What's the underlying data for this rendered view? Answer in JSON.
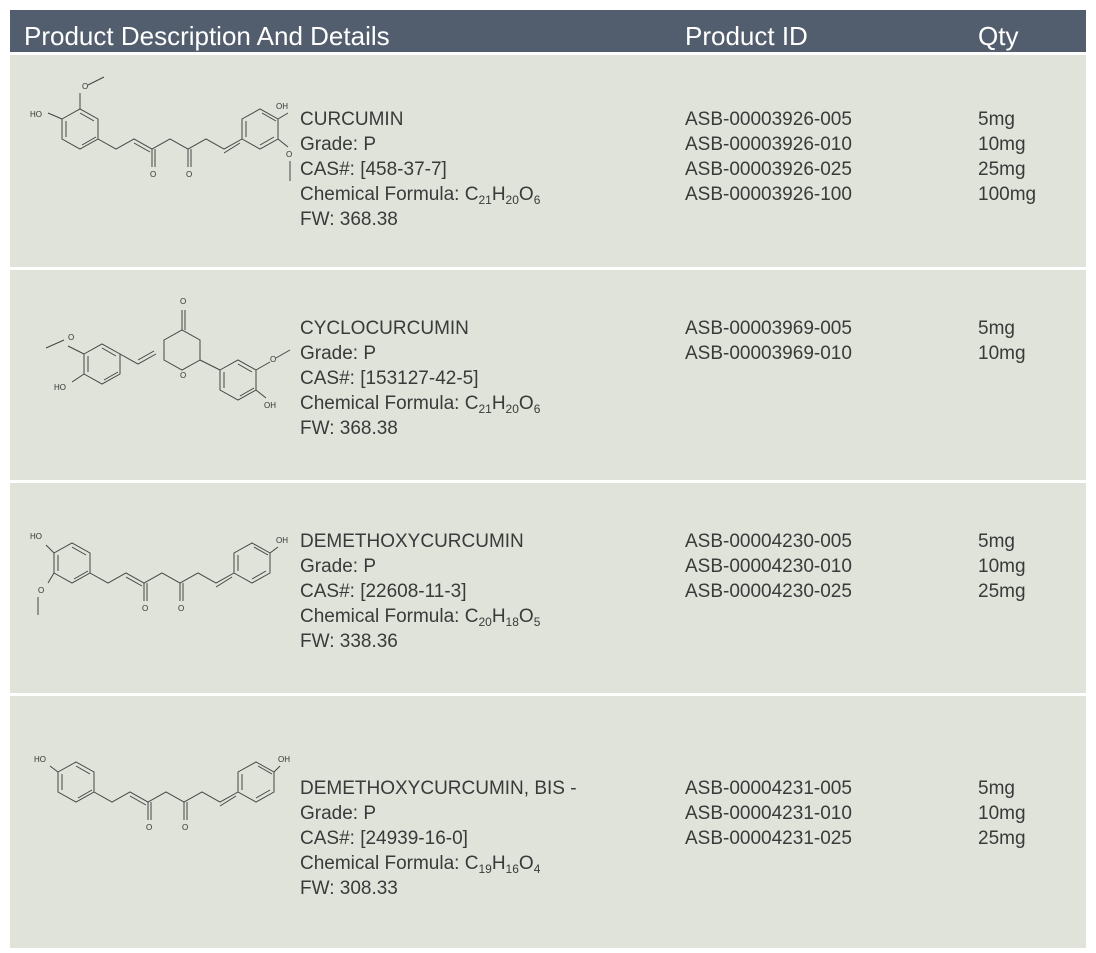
{
  "header": {
    "description": "Product Description And Details",
    "product_id": "Product ID",
    "qty": "Qty"
  },
  "colors": {
    "header_bg": "#525e6e",
    "row_bg": "#dfe3da",
    "separator": "#ffffff",
    "text": "#3a3a3a"
  },
  "products": [
    {
      "name": "CURCUMIN",
      "grade": "Grade: P",
      "cas": "CAS#: [458-37-7]",
      "formula_label": "Chemical Formula: ",
      "formula": [
        [
          "C",
          "21"
        ],
        [
          "H",
          "20"
        ],
        [
          "O",
          "6"
        ]
      ],
      "fw": "FW: 368.38",
      "ids": [
        "ASB-00003926-005",
        "ASB-00003926-010",
        "ASB-00003926-025",
        "ASB-00003926-100"
      ],
      "qtys": [
        "5mg",
        "10mg",
        "25mg",
        "100mg"
      ],
      "structure_icon": "curcumin-structure"
    },
    {
      "name": "CYCLOCURCUMIN",
      "grade": "Grade: P",
      "cas": "CAS#: [153127-42-5]",
      "formula_label": "Chemical Formula: ",
      "formula": [
        [
          "C",
          "21"
        ],
        [
          "H",
          "20"
        ],
        [
          "O",
          "6"
        ]
      ],
      "fw": "FW: 368.38",
      "ids": [
        "ASB-00003969-005",
        "ASB-00003969-010"
      ],
      "qtys": [
        "5mg",
        "10mg"
      ],
      "structure_icon": "cyclocurcumin-structure"
    },
    {
      "name": "DEMETHOXYCURCUMIN",
      "grade": "Grade: P",
      "cas": "CAS#: [22608-11-3]",
      "formula_label": "Chemical Formula: ",
      "formula": [
        [
          "C",
          "20"
        ],
        [
          "H",
          "18"
        ],
        [
          "O",
          "5"
        ]
      ],
      "fw": "FW: 338.36",
      "ids": [
        "ASB-00004230-005",
        "ASB-00004230-010",
        "ASB-00004230-025"
      ],
      "qtys": [
        "5mg",
        "10mg",
        "25mg"
      ],
      "structure_icon": "demethoxycurcumin-structure"
    },
    {
      "name": "DEMETHOXYCURCUMIN, BIS -",
      "grade": "Grade: P",
      "cas": "CAS#: [24939-16-0]",
      "formula_label": "Chemical Formula: ",
      "formula": [
        [
          "C",
          "19"
        ],
        [
          "H",
          "16"
        ],
        [
          "O",
          "4"
        ]
      ],
      "fw": "FW: 308.33",
      "ids": [
        "ASB-00004231-005",
        "ASB-00004231-010",
        "ASB-00004231-025"
      ],
      "qtys": [
        "5mg",
        "10mg",
        "25mg"
      ],
      "structure_icon": "bisdemethoxycurcumin-structure"
    }
  ],
  "atom_labels": {
    "ho": "HO",
    "oh": "OH",
    "o": "O"
  }
}
